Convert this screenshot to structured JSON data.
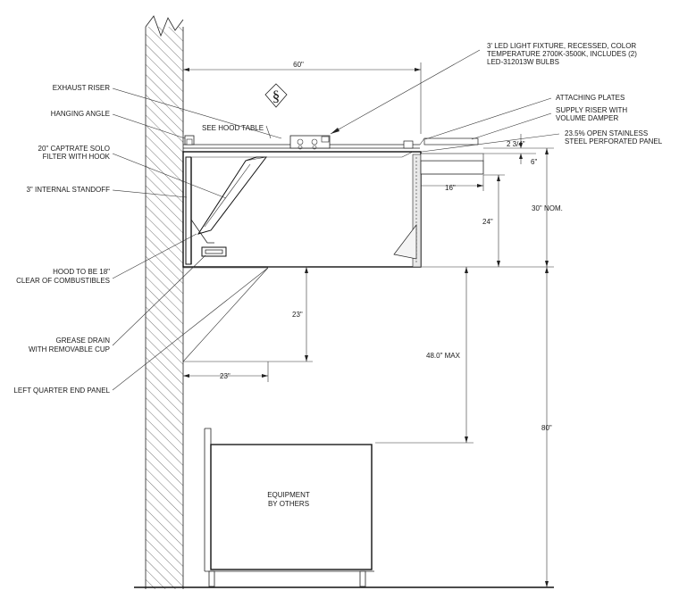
{
  "labels": {
    "exhaust_riser": "EXHAUST RISER",
    "hanging_angle": "HANGING ANGLE",
    "filter_l1": "20\" CAPTRATE SOLO",
    "filter_l2": "FILTER WITH HOOK",
    "standoff": "3\" INTERNAL STANDOFF",
    "clearance_l1": "HOOD TO BE 18\"",
    "clearance_l2": "CLEAR OF COMBUSTIBLES",
    "grease_l1": "GREASE DRAIN",
    "grease_l2": "WITH REMOVABLE CUP",
    "end_panel": "LEFT QUARTER END PANEL",
    "see_hood_table": "SEE HOOD TABLE",
    "section_symbol": "§",
    "light_l1": "3' LED LIGHT FIXTURE, RECESSED, COLOR",
    "light_l2": "TEMPERATURE 2700K-3500K, INCLUDES (2)",
    "light_l3": "LED-312013W BULBS",
    "attaching_plates": "ATTACHING PLATES",
    "supply_l1": "SUPPLY RISER WITH",
    "supply_l2": "VOLUME DAMPER",
    "panel_l1": "23.5% OPEN STAINLESS",
    "panel_l2": "STEEL PERFORATED PANEL",
    "equipment_l1": "EQUIPMENT",
    "equipment_l2": "BY OTHERS"
  },
  "dimensions": {
    "hood_length": "60\"",
    "supply_offset": "2 3/4\"",
    "panel_offset": "6\"",
    "supply_width": "16\"",
    "panel_height": "24\"",
    "hood_height": "30\" NOM.",
    "front_overhang_vertical": "23\"",
    "front_overhang_horizontal": "23\"",
    "max_height": "48.0\" MAX",
    "floor_height": "80\""
  }
}
